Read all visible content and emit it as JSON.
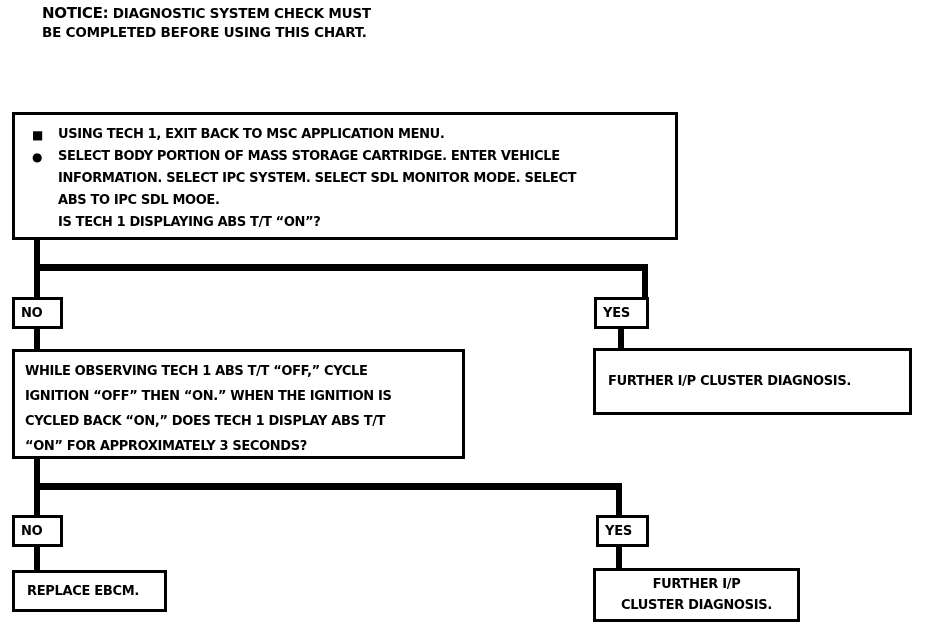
{
  "notice": {
    "label": "NOTICE:",
    "text": "  DIAGNOSTIC SYSTEM CHECK MUST\nBE COMPLETED BEFORE USING THIS CHART."
  },
  "step1": {
    "bullet_symbol": "■",
    "bullet1": "USING TECH 1, EXIT BACK TO MSC APPLICATION MENU.",
    "bullet2_symbol": "●",
    "bullet2": "SELECT BODY PORTION OF MASS STORAGE CARTRIDGE. ENTER VEHICLE\nINFORMATION. SELECT IPC SYSTEM. SELECT SDL MONITOR MODE. SELECT\nABS TO IPC SDL MOOE.\nIS TECH 1 DISPLAYING ABS T/T “ON”?"
  },
  "branch1": {
    "no_label": "NO",
    "yes_label": "YES"
  },
  "step2": {
    "text": "WHILE OBSERVING TECH 1 ABS T/T “OFF,” CYCLE\nIGNITION “OFF” THEN “ON.” WHEN THE IGNITION IS\nCYCLED BACK “ON,” DOES TECH 1 DISPLAY ABS T/T\n“ON” FOR APPROXIMATELY 3 SECONDS?"
  },
  "result_yes_top": {
    "text": "FURTHER I/P CLUSTER DIAGNOSIS."
  },
  "branch2": {
    "no_label": "NO",
    "yes_label": "YES"
  },
  "result_no_bottom": {
    "text": "REPLACE EBCM."
  },
  "result_yes_bottom": {
    "text": "FURTHER I/P\nCLUSTER DIAGNOSIS."
  },
  "colors": {
    "ink": "#000000",
    "paper": "#ffffff"
  }
}
